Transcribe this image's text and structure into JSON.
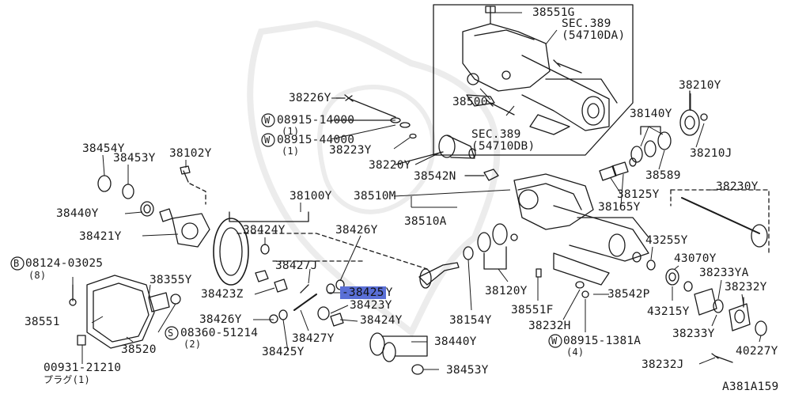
{
  "figure_code": "A381A159",
  "highlight_color": "#5a6fd6",
  "labels": {
    "p38551G": "38551G",
    "sec389a": "SEC.389",
    "sec389a_sub": "(54710DA)",
    "p38500": "38500",
    "sec389b": "SEC.389",
    "sec389b_sub": "(54710DB)",
    "p38226Y": "38226Y",
    "w08915_14000": "08915-14000",
    "w08915_14000_qty": "(1)",
    "w08915_44000": "08915-44000",
    "w08915_44000_qty": "(1)",
    "p38223Y": "38223Y",
    "p38220Y": "38220Y",
    "p38542N": "38542N",
    "p38210Y": "38210Y",
    "p38140Y": "38140Y",
    "p38210J": "38210J",
    "p38589": "38589",
    "p38230Y": "38230Y",
    "p38454Y": "38454Y",
    "p38453Y_top": "38453Y",
    "p38102Y": "38102Y",
    "p38100Y": "38100Y",
    "p38510M": "38510M",
    "p38125Y": "38125Y",
    "p38165Y": "38165Y",
    "p38440Y_left": "38440Y",
    "p38510A": "38510A",
    "p38421Y": "38421Y",
    "p38424Y_top": "38424Y",
    "p38426Y_top": "38426Y",
    "p43255Y": "43255Y",
    "b08124_03025": "08124-03025",
    "b08124_qty": "(8)",
    "p38427J": "38427J",
    "p43070Y": "43070Y",
    "p38233YA": "38233YA",
    "p38355Y": "38355Y",
    "p38423Z": "38423Z",
    "p38425_hl": "-38425",
    "p38425_tail": "Y",
    "p38120Y": "38120Y",
    "p38542P": "38542P",
    "p38232Y": "38232Y",
    "p38423Y": "38423Y",
    "p38551F": "38551F",
    "p43215Y": "43215Y",
    "p38551": "38551",
    "p38426Y_bot": "38426Y",
    "p38424Y_bot": "38424Y",
    "p38154Y": "38154Y",
    "p38232H": "38232H",
    "p38233Y": "38233Y",
    "s08360_51214": "08360-51214",
    "s08360_qty": "(2)",
    "p38427Y": "38427Y",
    "w08915_1381A": "08915-1381A",
    "w08915_1381A_qty": "(4)",
    "p40227Y": "40227Y",
    "p38520": "38520",
    "p38440Y_bot": "38440Y",
    "p38425Y_bot": "38425Y",
    "p38232J": "38232J",
    "p00931_21210": "00931-21210",
    "p00931_note": "プラグ(1)",
    "p38453Y_bot": "38453Y",
    "prefix_w": "W",
    "prefix_b": "B",
    "prefix_s": "S"
  }
}
